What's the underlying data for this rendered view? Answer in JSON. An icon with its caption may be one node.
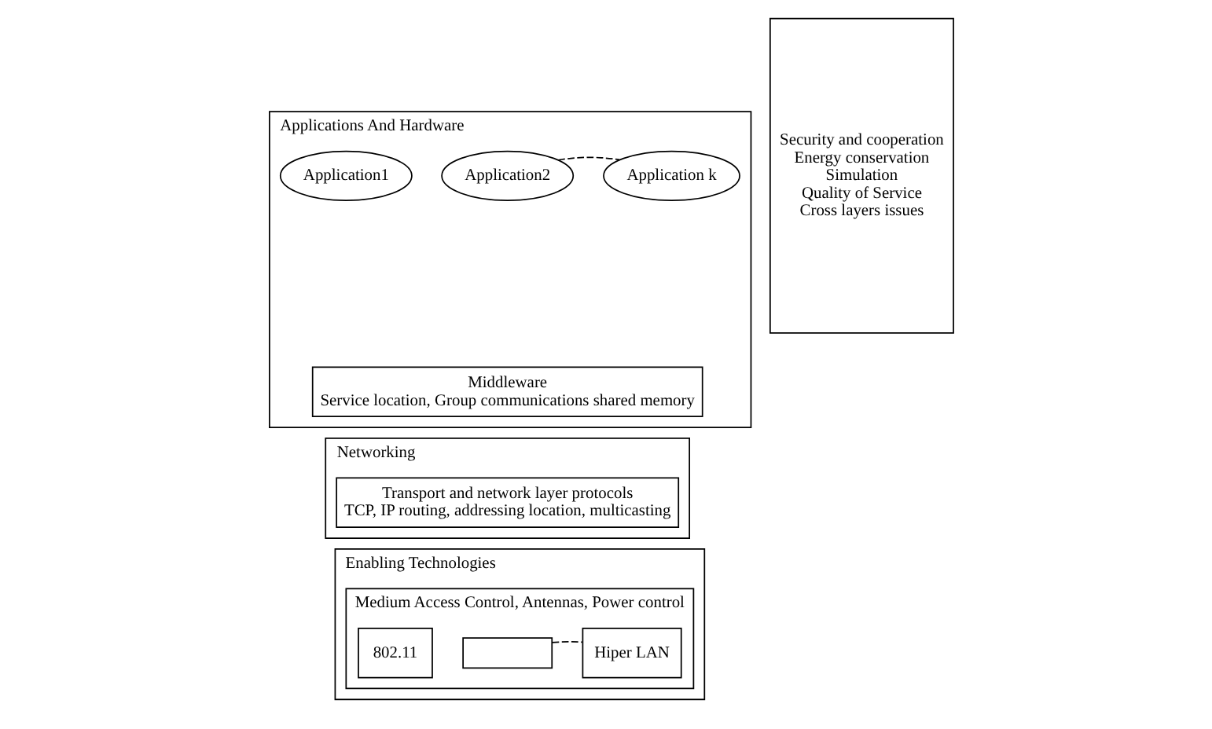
{
  "diagram": {
    "nodes": [
      {
        "text": [
          "Applications And Hardware"
        ]
      },
      {
        "text": [
          "Application1"
        ],
        "in": 0
      },
      {
        "text": [
          "Application2"
        ],
        "in": 0
      },
      {
        "text": [
          "Application k"
        ],
        "in": 0
      },
      {
        "text": [
          "Middleware",
          "Service location, Group communications shared memory"
        ],
        "in": 0
      },
      {
        "text": [
          "Networking"
        ]
      },
      {
        "text": [
          "Transport and network layer protocols",
          "TCP, IP routing, addressing location, multicasting"
        ],
        "in": 5
      },
      {
        "text": [
          "Enabling Technologies"
        ]
      },
      {
        "text": [
          "Medium Access Control, Antennas, Power control"
        ],
        "in": 7
      },
      {
        "text": [
          "802.11"
        ],
        "in": 8
      },
      {
        "text": [],
        "shape": "box",
        "in": 8
      },
      {
        "text": [
          "Hiper LAN"
        ],
        "in": 8
      },
      {
        "text": [
          "Security and cooperation",
          "Energy conservation",
          "Simulation",
          "Quality of Service",
          "Cross layers issues"
        ]
      }
    ],
    "edges": [
      {
        "from": 2,
        "to": 3,
        "arrow": "none",
        "style": "dashed"
      },
      {
        "from": 10,
        "to": 11,
        "arrow": "none",
        "style": "dashed"
      }
    ]
  }
}
